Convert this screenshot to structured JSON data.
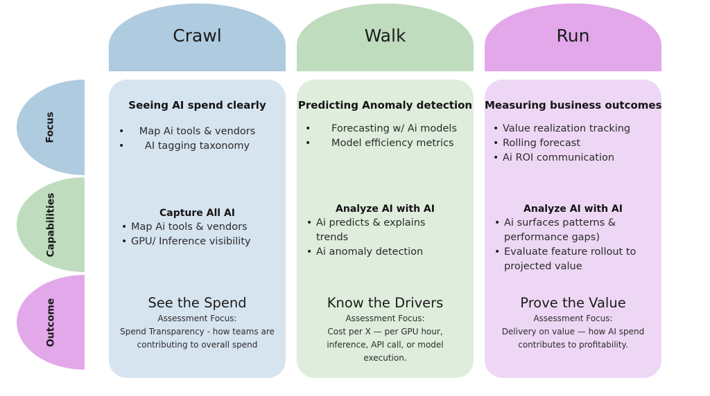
{
  "stages": [
    {
      "key": "crawl",
      "label": "Crawl",
      "focus": {
        "title": "Seeing AI spend clearly",
        "items": [
          "Map Ai tools & vendors",
          "AI tagging taxonomy"
        ]
      },
      "capabilities": {
        "title": "Capture All AI",
        "items": [
          "Map Ai tools & vendors",
          "GPU/ Inference visibility"
        ]
      },
      "outcome": {
        "title": "See the Spend",
        "subtitle": "Assessment Focus:",
        "body_lines": [
          "Spend Transparency - how teams are",
          "contributing to overall spend"
        ]
      }
    },
    {
      "key": "walk",
      "label": "Walk",
      "focus": {
        "title": "Predicting Anomaly detection",
        "items": [
          "Forecasting w/ Ai models",
          "Model efficiency metrics"
        ]
      },
      "capabilities": {
        "title": "Analyze AI with AI",
        "items": [
          "Ai predicts & explains trends",
          "Ai anomaly detection"
        ]
      },
      "outcome": {
        "title": "Know the Drivers",
        "subtitle": "Assessment Focus:",
        "body_lines": [
          "Cost per X — per GPU hour,",
          "inference, API call, or model",
          "execution."
        ]
      }
    },
    {
      "key": "run",
      "label": "Run",
      "focus": {
        "title": "Measuring business outcomes",
        "items": [
          "Value realization tracking",
          "Rolling forecast",
          "Ai ROI communication"
        ]
      },
      "capabilities": {
        "title": "Analyze AI with AI",
        "items": [
          "Ai surfaces patterns & performance gaps)",
          "Evaluate feature rollout to projected value"
        ]
      },
      "outcome": {
        "title": "Prove the Value",
        "subtitle": "Assessment Focus:",
        "body_lines": [
          "Delivery on value — how AI spend",
          "contributes to profitability."
        ]
      }
    }
  ],
  "rows": [
    {
      "key": "focus",
      "label": "Focus"
    },
    {
      "key": "capabilities",
      "label": "Capabilities"
    },
    {
      "key": "outcome",
      "label": "Outcome"
    }
  ],
  "colors": {
    "crawl_header": "#aecbe0",
    "crawl_body": "#d6e4f0",
    "walk_header": "#bfdcbf",
    "walk_body": "#deeddc",
    "run_header": "#e2a8ea",
    "run_body": "#eed7f5"
  }
}
